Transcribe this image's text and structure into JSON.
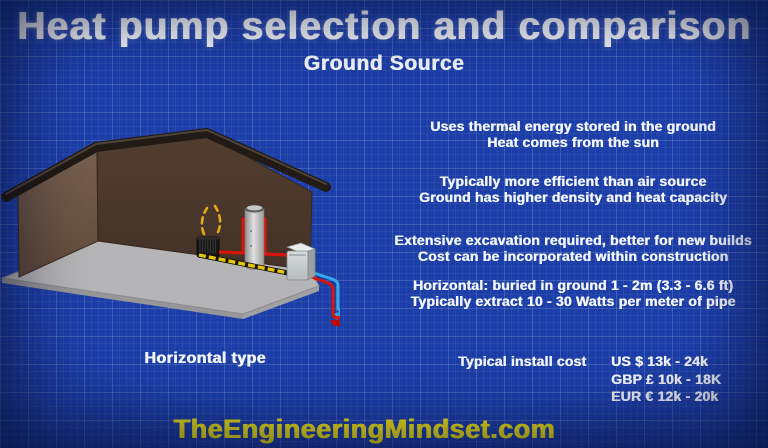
{
  "page": {
    "title": "Heat pump selection and comparison",
    "subtitle": "Ground Source",
    "watermark": "TheEngineeringMindset.com"
  },
  "info_blocks": [
    {
      "lines": [
        "Uses thermal energy stored in the ground",
        "Heat comes from the sun"
      ]
    },
    {
      "lines": [
        "Typically more efficient than air source",
        "Ground has higher density and heat capacity"
      ]
    },
    {
      "lines": [
        "Extensive excavation required, better for new builds",
        "Cost can be incorporated within construction"
      ]
    },
    {
      "lines": [
        "Horizontal: buried in ground 1 - 2m (3.3 - 6.6 ft)",
        "Typically extract 10 - 30 Watts per meter of pipe"
      ]
    }
  ],
  "cost": {
    "label": "Typical install cost",
    "values": [
      "US $ 13k - 24k",
      "GBP £ 10k - 18K",
      "EUR € 12k - 20k"
    ]
  },
  "diagram": {
    "caption": "Horizontal type",
    "icons": [
      "house-cutaway",
      "radiator",
      "heat-rays",
      "hot-water-cylinder",
      "heat-pump-unit",
      "ground-loop-coil"
    ]
  },
  "colors": {
    "background_blue": "#1c3ea8",
    "text_white": "#f2f5fa",
    "watermark_yellow": "#f0e418",
    "pipe_hot_red": "#d8150a",
    "pipe_cold_blue": "#35a9e9",
    "pipe_heating_yellow": "#e7c50e",
    "wall_brown": "#483527",
    "floor_gray": "#b5b5b7"
  }
}
